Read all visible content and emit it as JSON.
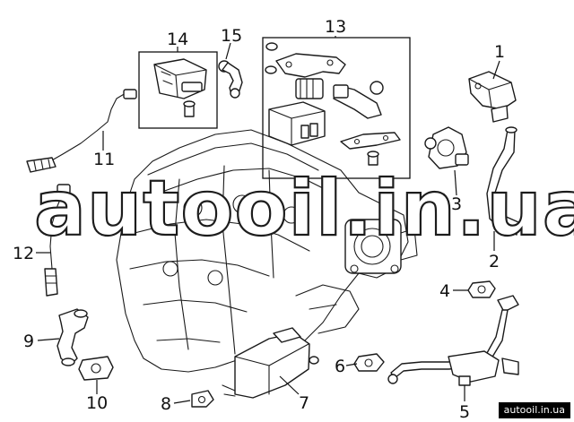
{
  "watermark": "autooil.in.ua",
  "site_badge": "autooil.in.ua",
  "callouts": {
    "c1": "1",
    "c2": "2",
    "c3": "3",
    "c4": "4",
    "c5": "5",
    "c6": "6",
    "c7": "7",
    "c8": "8",
    "c9": "9",
    "c10": "10",
    "c11": "11",
    "c12": "12",
    "c13": "13",
    "c14": "14",
    "c15": "15"
  }
}
